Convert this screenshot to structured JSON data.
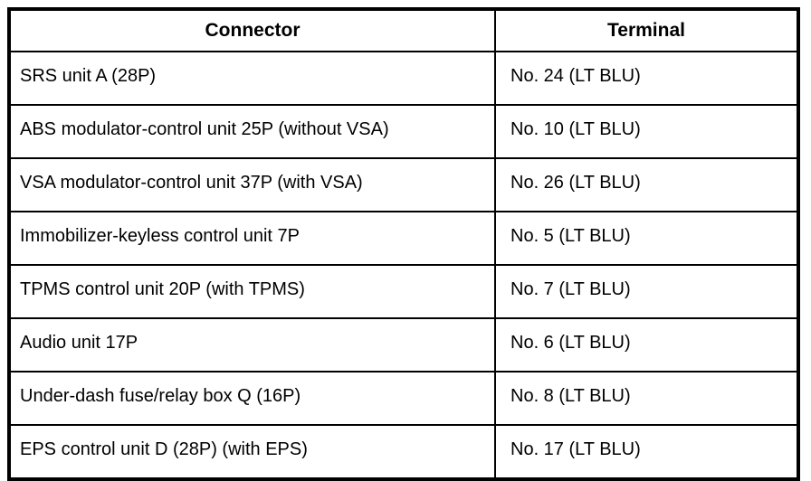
{
  "table": {
    "columns": [
      {
        "label": "Connector"
      },
      {
        "label": "Terminal"
      }
    ],
    "rows": [
      {
        "connector": "SRS unit A (28P)",
        "terminal": "No. 24 (LT BLU)"
      },
      {
        "connector": "ABS modulator-control unit 25P (without VSA)",
        "terminal": "No. 10 (LT BLU)"
      },
      {
        "connector": "VSA modulator-control unit 37P (with VSA)",
        "terminal": "No. 26 (LT BLU)"
      },
      {
        "connector": "Immobilizer-keyless control unit 7P",
        "terminal": "No. 5 (LT BLU)"
      },
      {
        "connector": "TPMS control unit 20P (with TPMS)",
        "terminal": "No. 7 (LT BLU)"
      },
      {
        "connector": "Audio unit 17P",
        "terminal": "No. 6 (LT BLU)"
      },
      {
        "connector": "Under-dash fuse/relay box Q (16P)",
        "terminal": "No. 8 (LT BLU)"
      },
      {
        "connector": "EPS control unit D (28P) (with EPS)",
        "terminal": "No. 17 (LT BLU)"
      }
    ],
    "colors": {
      "border": "#000000",
      "text": "#000000",
      "background": "#ffffff"
    }
  }
}
